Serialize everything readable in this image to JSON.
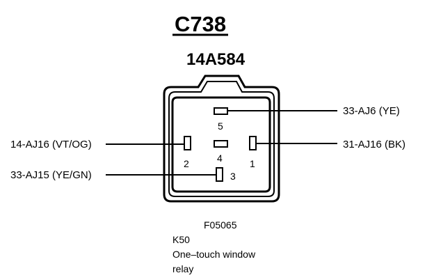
{
  "header": {
    "connector_id": "C738",
    "part_number": "14A584"
  },
  "pins": [
    {
      "number": "5",
      "circuit": "33-AJ6 (YE)"
    },
    {
      "number": "2",
      "circuit": "14-AJ16 (VT/OG)"
    },
    {
      "number": "4",
      "circuit": ""
    },
    {
      "number": "1",
      "circuit": "31-AJ16 (BK)"
    },
    {
      "number": "3",
      "circuit": "33-AJ15 (YE/GN)"
    }
  ],
  "footer": {
    "figure_code": "F05065",
    "component_code": "K50",
    "description_line1": "One–touch window",
    "description_line2": "relay"
  },
  "colors": {
    "ink": "#000000",
    "background": "#ffffff"
  }
}
